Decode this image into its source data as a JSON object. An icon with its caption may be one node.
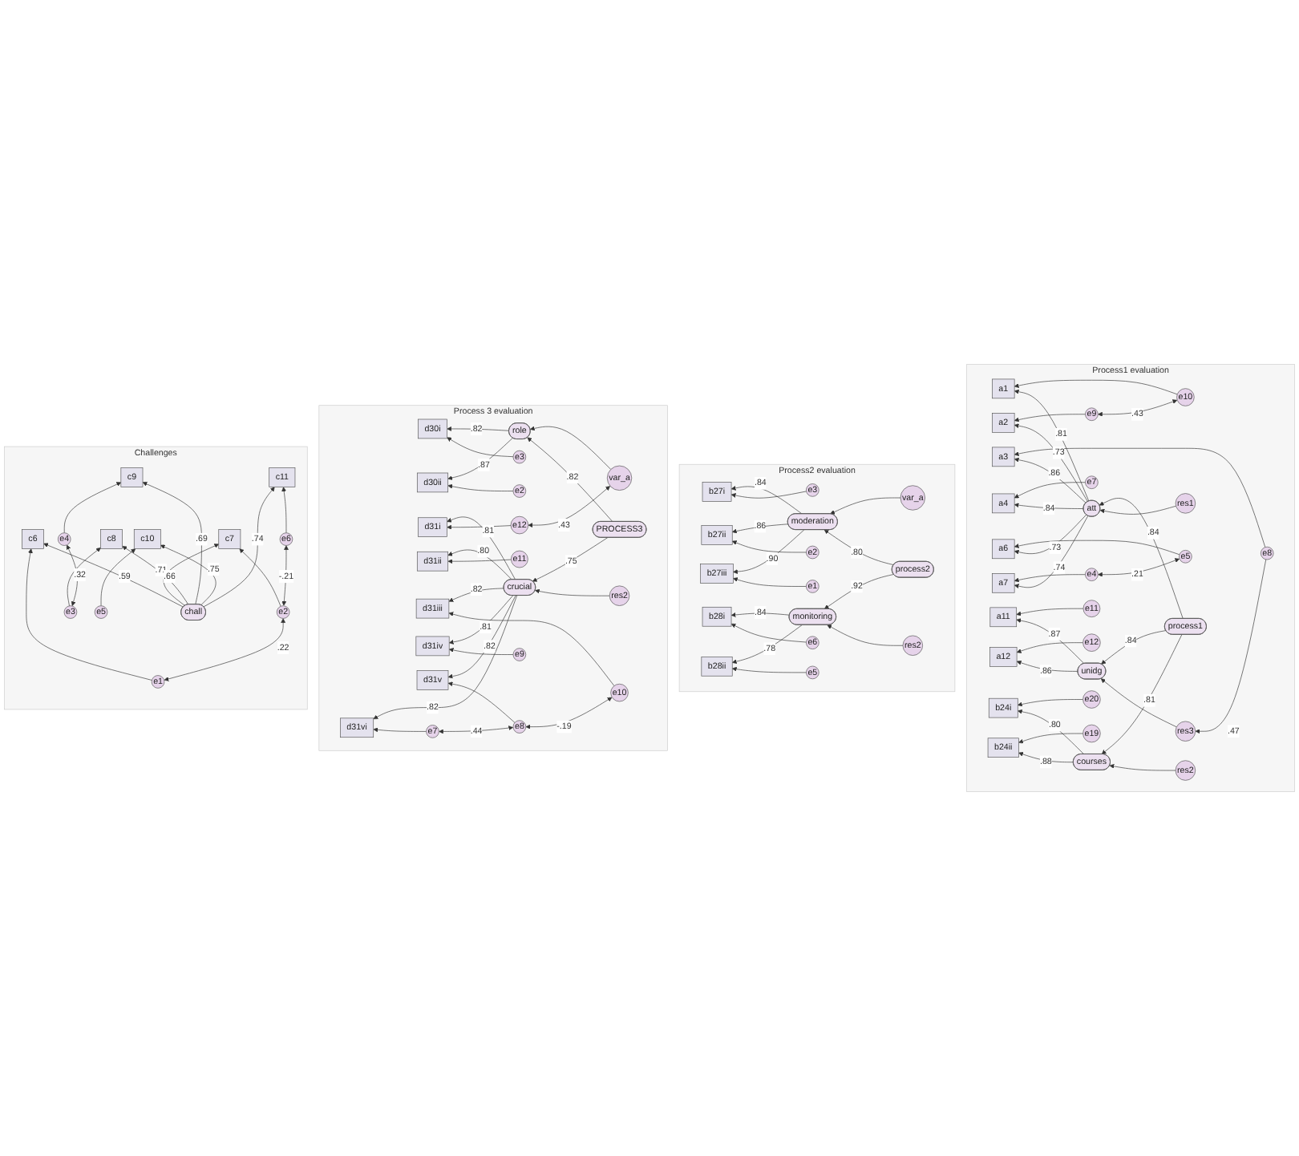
{
  "diagram": {
    "nodes": [
      {
        "text": [
          "Process1 evaluation"
        ]
      },
      {
        "text": [
          "res3"
        ],
        "in": 0
      },
      {
        "text": [
          "e10"
        ],
        "in": 0
      },
      {
        "text": [
          "a1"
        ],
        "in": 0
      },
      {
        "text": [
          "e9"
        ],
        "in": 0
      },
      {
        "text": [
          "a2"
        ],
        "in": 0
      },
      {
        "text": [
          "e8"
        ],
        "in": 0
      },
      {
        "text": [
          "a3"
        ],
        "in": 0
      },
      {
        "text": [
          "res1"
        ],
        "in": 0
      },
      {
        "text": [
          "e7"
        ],
        "in": 0
      },
      {
        "text": [
          "a4"
        ],
        "in": 0
      },
      {
        "text": [
          "att"
        ],
        "in": 0
      },
      {
        "text": [
          "e5"
        ],
        "in": 0
      },
      {
        "text": [
          "a6"
        ],
        "in": 0
      },
      {
        "text": [
          "e4"
        ],
        "in": 0
      },
      {
        "text": [
          "a7"
        ],
        "in": 0
      },
      {
        "text": [
          "unidg"
        ],
        "in": 0
      },
      {
        "text": [
          "a11"
        ],
        "in": 0
      },
      {
        "text": [
          "e11"
        ],
        "in": 0
      },
      {
        "text": [
          "a12"
        ],
        "in": 0
      },
      {
        "text": [
          "e12"
        ],
        "in": 0
      },
      {
        "text": [
          "process1"
        ],
        "in": 0
      },
      {
        "text": [
          "res2"
        ],
        "in": 0
      },
      {
        "text": [
          "courses"
        ],
        "in": 0
      },
      {
        "text": [
          "b24i"
        ],
        "in": 0
      },
      {
        "text": [
          "b24ii"
        ],
        "in": 0
      },
      {
        "text": [
          "e20"
        ],
        "in": 0
      },
      {
        "text": [
          "e19"
        ],
        "in": 0
      },
      {
        "text": [
          "Process2 evaluation"
        ]
      },
      {
        "text": [
          "var_a"
        ],
        "in": 28
      },
      {
        "text": [
          "e3"
        ],
        "in": 28
      },
      {
        "text": [
          "b27i"
        ],
        "in": 28
      },
      {
        "text": [
          "e2"
        ],
        "in": 28
      },
      {
        "text": [
          "b27ii"
        ],
        "in": 28
      },
      {
        "text": [
          "e1"
        ],
        "in": 28
      },
      {
        "text": [
          "b27iii"
        ],
        "in": 28
      },
      {
        "text": [
          "moderation"
        ],
        "in": 28
      },
      {
        "text": [
          "process2"
        ],
        "in": 28
      },
      {
        "text": [
          "res2"
        ],
        "in": 28
      },
      {
        "text": [
          "e6"
        ],
        "in": 28
      },
      {
        "text": [
          "b28i"
        ],
        "in": 28
      },
      {
        "text": [
          "e5"
        ],
        "in": 28
      },
      {
        "text": [
          "b28ii"
        ],
        "in": 28
      },
      {
        "text": [
          "monitoring"
        ],
        "in": 28
      },
      {
        "text": [
          "Process 3 evaluation"
        ]
      },
      {
        "text": [
          "var_a"
        ],
        "in": 44
      },
      {
        "text": [
          "e3"
        ],
        "in": 44
      },
      {
        "text": [
          "d30i"
        ],
        "in": 44
      },
      {
        "text": [
          "e2"
        ],
        "in": 44
      },
      {
        "text": [
          "d30ii"
        ],
        "in": 44
      },
      {
        "text": [
          "role"
        ],
        "in": 44
      },
      {
        "text": [
          "PROCESS3"
        ],
        "in": 44
      },
      {
        "text": [
          "e12"
        ],
        "in": 44
      },
      {
        "text": [
          "d31i"
        ],
        "in": 44
      },
      {
        "text": [
          "res2"
        ],
        "in": 44
      },
      {
        "text": [
          "e11"
        ],
        "in": 44
      },
      {
        "text": [
          "d31ii"
        ],
        "in": 44
      },
      {
        "text": [
          "e10"
        ],
        "in": 44
      },
      {
        "text": [
          "d31iii"
        ],
        "in": 44
      },
      {
        "text": [
          "crucial"
        ],
        "in": 44
      },
      {
        "text": [
          "e9"
        ],
        "in": 44
      },
      {
        "text": [
          "d31iv"
        ],
        "in": 44
      },
      {
        "text": [
          "e8"
        ],
        "in": 44
      },
      {
        "text": [
          "d31v"
        ],
        "in": 44
      },
      {
        "text": [
          "e7"
        ],
        "in": 44
      },
      {
        "text": [
          "d31vi"
        ],
        "in": 44
      },
      {
        "text": [
          "Challenges"
        ]
      },
      {
        "text": [
          "e1"
        ],
        "in": 66
      },
      {
        "text": [
          "e2"
        ],
        "in": 66
      },
      {
        "text": [
          "e3"
        ],
        "in": 66
      },
      {
        "text": [
          "e4"
        ],
        "in": 66
      },
      {
        "text": [
          "e5"
        ],
        "in": 66
      },
      {
        "text": [
          "e6"
        ],
        "in": 66
      },
      {
        "text": [
          "c6"
        ],
        "in": 66
      },
      {
        "text": [
          "c7"
        ],
        "in": 66
      },
      {
        "text": [
          "c8"
        ],
        "in": 66
      },
      {
        "text": [
          "c9"
        ],
        "in": 66
      },
      {
        "text": [
          "c10"
        ],
        "in": 66
      },
      {
        "text": [
          "c11"
        ],
        "in": 66
      },
      {
        "text": [
          "chall"
        ],
        "in": 66
      }
    ],
    "edges": [
      {
        "from": 8,
        "to": 11,
        "arrow": "to"
      },
      {
        "from": 1,
        "to": 16,
        "arrow": "to"
      },
      {
        "from": 22,
        "to": 23,
        "arrow": "to"
      },
      {
        "from": 11,
        "to": 3,
        "arrow": "to",
        "label": ".81"
      },
      {
        "from": 11,
        "to": 5,
        "arrow": "to",
        "label": ".73"
      },
      {
        "from": 11,
        "to": 7,
        "arrow": "to",
        "label": ".86"
      },
      {
        "from": 11,
        "to": 10,
        "arrow": "to",
        "label": ".84"
      },
      {
        "from": 11,
        "to": 13,
        "arrow": "to",
        "label": ".73"
      },
      {
        "from": 11,
        "to": 15,
        "arrow": "to",
        "label": ".74"
      },
      {
        "from": 2,
        "to": 3,
        "arrow": "to"
      },
      {
        "from": 4,
        "to": 5,
        "arrow": "to"
      },
      {
        "from": 6,
        "to": 7,
        "arrow": "to"
      },
      {
        "from": 9,
        "to": 10,
        "arrow": "to"
      },
      {
        "from": 12,
        "to": 13,
        "arrow": "to"
      },
      {
        "from": 14,
        "to": 15,
        "arrow": "to"
      },
      {
        "from": 2,
        "to": 4,
        "arrow": "both",
        "label": ".43"
      },
      {
        "from": 12,
        "to": 14,
        "arrow": "both",
        "label": ".21"
      },
      {
        "from": 6,
        "to": 1,
        "arrow": "to",
        "label": ".47"
      },
      {
        "from": 21,
        "to": 16,
        "arrow": "to",
        "label": ".84"
      },
      {
        "from": 21,
        "to": 11,
        "arrow": "to",
        "label": ".84"
      },
      {
        "from": 21,
        "to": 23,
        "arrow": "to",
        "label": ".81"
      },
      {
        "from": 16,
        "to": 17,
        "arrow": "to",
        "label": ".87"
      },
      {
        "from": 16,
        "to": 19,
        "arrow": "to",
        "label": ".86"
      },
      {
        "from": 18,
        "to": 17,
        "arrow": "to"
      },
      {
        "from": 20,
        "to": 19,
        "arrow": "to"
      },
      {
        "from": 23,
        "to": 24,
        "arrow": "to",
        "label": ".80"
      },
      {
        "from": 23,
        "to": 25,
        "arrow": "to",
        "label": ".88"
      },
      {
        "from": 26,
        "to": 24,
        "arrow": "to"
      },
      {
        "from": 27,
        "to": 25,
        "arrow": "to"
      },
      {
        "from": 29,
        "to": 36,
        "arrow": "to"
      },
      {
        "from": 36,
        "to": 31,
        "arrow": "to",
        "label": ".84"
      },
      {
        "from": 36,
        "to": 33,
        "arrow": "to",
        "label": ".86"
      },
      {
        "from": 36,
        "to": 35,
        "arrow": "to",
        "label": ".90"
      },
      {
        "from": 30,
        "to": 31,
        "arrow": "to"
      },
      {
        "from": 32,
        "to": 33,
        "arrow": "to"
      },
      {
        "from": 34,
        "to": 35,
        "arrow": "to"
      },
      {
        "from": 37,
        "to": 36,
        "arrow": "to",
        "label": ".80"
      },
      {
        "from": 37,
        "to": 43,
        "arrow": "to",
        "label": ".92"
      },
      {
        "from": 38,
        "to": 43,
        "arrow": "to"
      },
      {
        "from": 43,
        "to": 40,
        "arrow": "to",
        "label": ".84"
      },
      {
        "from": 43,
        "to": 42,
        "arrow": "to",
        "label": ".78"
      },
      {
        "from": 39,
        "to": 40,
        "arrow": "to"
      },
      {
        "from": 41,
        "to": 42,
        "arrow": "to"
      },
      {
        "from": 45,
        "to": 50,
        "arrow": "to"
      },
      {
        "from": 50,
        "to": 47,
        "arrow": "to",
        "label": ".82"
      },
      {
        "from": 50,
        "to": 49,
        "arrow": "to",
        "label": ".87"
      },
      {
        "from": 46,
        "to": 47,
        "arrow": "to"
      },
      {
        "from": 48,
        "to": 49,
        "arrow": "to"
      },
      {
        "from": 51,
        "to": 50,
        "arrow": "to",
        "label": ".82"
      },
      {
        "from": 51,
        "to": 59,
        "arrow": "to",
        "label": ".75"
      },
      {
        "from": 54,
        "to": 59,
        "arrow": "to"
      },
      {
        "from": 59,
        "to": 53,
        "arrow": "to",
        "label": ".81"
      },
      {
        "from": 59,
        "to": 56,
        "arrow": "to",
        "label": ".80"
      },
      {
        "from": 59,
        "to": 58,
        "arrow": "to",
        "label": ".82"
      },
      {
        "from": 59,
        "to": 61,
        "arrow": "to",
        "label": ".81"
      },
      {
        "from": 59,
        "to": 63,
        "arrow": "to",
        "label": ".82"
      },
      {
        "from": 59,
        "to": 65,
        "arrow": "to",
        "label": ".82"
      },
      {
        "from": 52,
        "to": 53,
        "arrow": "to"
      },
      {
        "from": 55,
        "to": 56,
        "arrow": "to"
      },
      {
        "from": 57,
        "to": 58,
        "arrow": "to"
      },
      {
        "from": 60,
        "to": 61,
        "arrow": "to"
      },
      {
        "from": 62,
        "to": 63,
        "arrow": "to"
      },
      {
        "from": 64,
        "to": 65,
        "arrow": "to"
      },
      {
        "from": 45,
        "to": 52,
        "arrow": "both",
        "label": ".43"
      },
      {
        "from": 57,
        "to": 62,
        "arrow": "both",
        "label": "-.19"
      },
      {
        "from": 62,
        "to": 64,
        "arrow": "both",
        "label": ".44"
      },
      {
        "from": 67,
        "to": 73,
        "arrow": "to"
      },
      {
        "from": 68,
        "to": 74,
        "arrow": "to"
      },
      {
        "from": 69,
        "to": 75,
        "arrow": "to"
      },
      {
        "from": 70,
        "to": 76,
        "arrow": "to"
      },
      {
        "from": 71,
        "to": 77,
        "arrow": "to"
      },
      {
        "from": 72,
        "to": 78,
        "arrow": "to"
      },
      {
        "from": 79,
        "to": 73,
        "arrow": "to",
        "label": ".59"
      },
      {
        "from": 79,
        "to": 74,
        "arrow": "to",
        "label": ".71"
      },
      {
        "from": 79,
        "to": 75,
        "arrow": "to",
        "label": ".66"
      },
      {
        "from": 79,
        "to": 76,
        "arrow": "to",
        "label": ".69"
      },
      {
        "from": 79,
        "to": 77,
        "arrow": "to",
        "label": ".75"
      },
      {
        "from": 79,
        "to": 78,
        "arrow": "to",
        "label": ".74"
      },
      {
        "from": 67,
        "to": 68,
        "arrow": "both",
        "label": ".22"
      },
      {
        "from": 69,
        "to": 70,
        "arrow": "both",
        "label": ".32"
      },
      {
        "from": 68,
        "to": 72,
        "arrow": "both",
        "label": "-.21"
      }
    ]
  }
}
